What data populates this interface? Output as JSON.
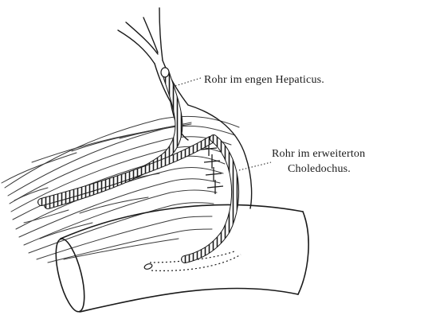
{
  "labels": {
    "hepaticus_tube": "Rohr im engen Hepaticus.",
    "choledochus_tube_line1": "Rohr im erweiterton",
    "choledochus_tube_line2": "Choledochus."
  },
  "colors": {
    "ink": "#1a1a1a",
    "paper": "#ffffff",
    "tissue": "#3a3a3a"
  }
}
